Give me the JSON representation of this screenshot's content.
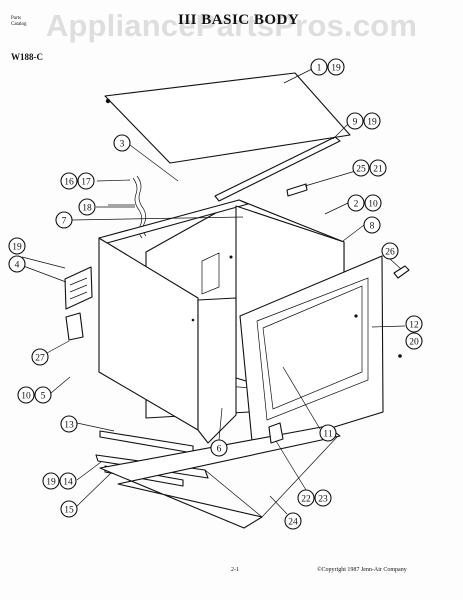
{
  "title": "III BASIC BODY",
  "model": "W188-C",
  "header_small": [
    "Parts",
    "Catalog"
  ],
  "watermark": "AppliancePartsPros.com",
  "page_number": "2-1",
  "copyright": "©Copyright 1987 Jenn-Air Company",
  "callouts": [
    {
      "id": "c1-19",
      "numbers": [
        "1",
        "19"
      ]
    },
    {
      "id": "c9-19",
      "numbers": [
        "9",
        "19"
      ]
    },
    {
      "id": "c3",
      "numbers": [
        "3"
      ]
    },
    {
      "id": "c16-17",
      "numbers": [
        "16",
        "17"
      ]
    },
    {
      "id": "c18",
      "numbers": [
        "18"
      ]
    },
    {
      "id": "c25-21",
      "numbers": [
        "25",
        "21"
      ]
    },
    {
      "id": "c2-10",
      "numbers": [
        "2",
        "10"
      ]
    },
    {
      "id": "c7",
      "numbers": [
        "7"
      ]
    },
    {
      "id": "c8",
      "numbers": [
        "8"
      ]
    },
    {
      "id": "c19",
      "numbers": [
        "19"
      ]
    },
    {
      "id": "c4",
      "numbers": [
        "4"
      ]
    },
    {
      "id": "c26",
      "numbers": [
        "26"
      ]
    },
    {
      "id": "c12-20",
      "numbers": [
        "12",
        "20"
      ]
    },
    {
      "id": "c27",
      "numbers": [
        "27"
      ]
    },
    {
      "id": "c10-5",
      "numbers": [
        "10",
        "5"
      ]
    },
    {
      "id": "c11",
      "numbers": [
        "11"
      ]
    },
    {
      "id": "c6",
      "numbers": [
        "6"
      ]
    },
    {
      "id": "c13",
      "numbers": [
        "13"
      ]
    },
    {
      "id": "c19-14",
      "numbers": [
        "19",
        "14"
      ]
    },
    {
      "id": "c22-23",
      "numbers": [
        "22",
        "23"
      ]
    },
    {
      "id": "c15",
      "numbers": [
        "15"
      ]
    },
    {
      "id": "c24",
      "numbers": [
        "24"
      ]
    }
  ]
}
